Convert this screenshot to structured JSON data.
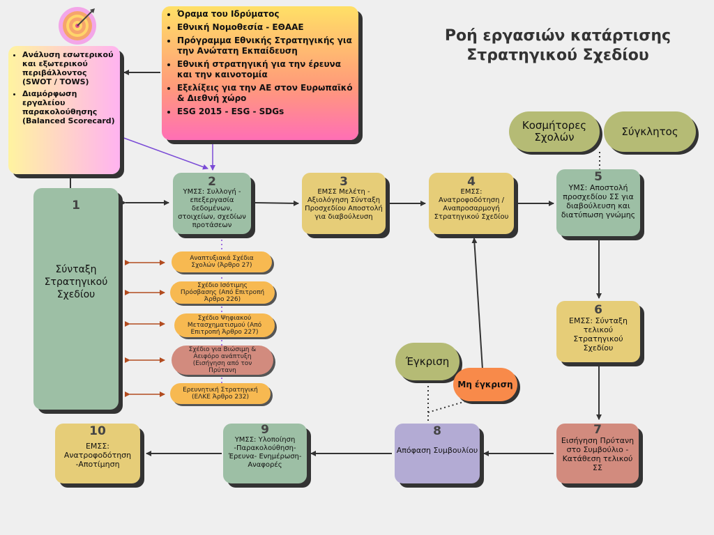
{
  "title_line1": "Ροή εργασιών κατάρτισης",
  "title_line2": "Στρατηγικού Σχεδίου",
  "top_list": [
    "Όραμα του Ιδρύματος",
    "Εθνική Νομοθεσία - ΕΘΑΑΕ",
    "Πρόγραμμα Εθνικής Στρατηγικής για την Ανώτατη Εκπαίδευση",
    "Εθνική στρατηγική για την έρευνα και την καινοτομία",
    "Εξελίξεις για την ΑΕ στον Ευρωπαϊκό  & Διεθνή χώρο",
    "ESG 2015 - ESG  - SDGs"
  ],
  "left_list": [
    "Ανάλυση εσωτερικού και εξωτερικού περιβάλλοντος (SWOT / TOWS)",
    "Διαμόρφωση εργαλείου παρακολούθησης (Balanced Scorecard)"
  ],
  "steps": {
    "s1": {
      "num": "1",
      "text": "Σύνταξη Στρατηγικού Σχεδίου"
    },
    "s2": {
      "num": "2",
      "text": "ΥΜΣΣ: Συλλογή - επεξεργασία δεδομένων, στοιχείων, σχεδίων προτάσεων"
    },
    "s3": {
      "num": "3",
      "text": "ΕΜΣΣ Μελέτη - Αξιολόγηση Σύνταξη Προσχεδίου Αποστολή για διαβούλευση"
    },
    "s4": {
      "num": "4",
      "text": "ΕΜΣΣ: Ανατροφοδότηση / Αναπροσαρμογή Στρατηγικού Σχεδίου"
    },
    "s5": {
      "num": "5",
      "text": "ΥΜΣ: Αποστολή προσχεδίου ΣΣ για διαβούλευση και διατύπωση γνώμης"
    },
    "s6": {
      "num": "6",
      "text": "ΕΜΣΣ: Σύνταξη τελικού Στρατηγικού Σχεδίου"
    },
    "s7": {
      "num": "7",
      "text": "Εισήγηση Πρύτανη στο Συμβούλιο - Κατάθεση τελικού ΣΣ"
    },
    "s8": {
      "num": "8",
      "text": "Απόφαση Συμβουλίου"
    },
    "s9": {
      "num": "9",
      "text": "ΥΜΣΣ: Υλοποίηση -Παρακολούθηση- Έρευνα- Ενημέρωση- Αναφορές"
    },
    "s10": {
      "num": "10",
      "text": "ΕΜΣΣ: Ανατροφοδότηση -Αποτίμηση"
    }
  },
  "plans": [
    "Αναπτυξιακά Σχέδια Σχολών (Άρθρο 27)",
    "Σχέδιο Ισότιμης Πρόσβασης (Από Επιτροπή Άρθρο 226)",
    "Σχέδιο Ψηφιακού Μετασχηματισμού (Από Επιτροπή Άρθρο 227)",
    "Σχέδιο για Βιώσιμη & Αειφόρο ανάπτυξη (Εισήγηση από τον Πρύτανη",
    "Ερευνητική Στρατηγική (ΕΛΚΕ Άρθρο 232)"
  ],
  "stakeholders": {
    "deans": "Κοσμήτορες Σχολών",
    "senate": "Σύγκλητος"
  },
  "decisions": {
    "approve": "Έγκριση",
    "reject": "Μη έγκριση"
  },
  "colors": {
    "green": "#9dbfa5",
    "yellow": "#e6cd78",
    "purple": "#b3abd4",
    "rose": "#d28b7e",
    "olive": "#b5bb75",
    "orange_pill": "#f7b951",
    "reject": "#f88a4a",
    "arrow": "#333333",
    "link_purple": "#7a4bd6",
    "link_brown": "#b24b1f"
  }
}
